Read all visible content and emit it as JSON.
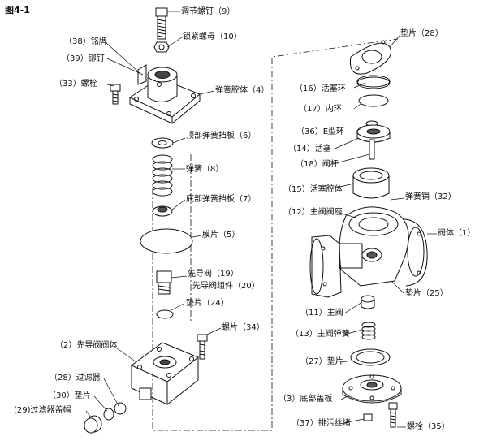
{
  "title": "图4-1",
  "parts": {
    "p9": "调节螺钉（9）",
    "p10": "锁紧螺母（10）",
    "p38": "（38）铭牌",
    "p39": "（39）铆钉",
    "p33": "（33）螺栓",
    "p4": "弹簧腔体（4）",
    "p6": "顶部弹簧挡板（6）",
    "p8": "弹簧（8）",
    "p7": "底部弹簧挡板（7）",
    "p5": "膜片（5）",
    "p19": "先导阀（19）",
    "p20": "先导阀组件（20）",
    "p24": "垫片（24）",
    "p34": "螺片（34）",
    "p2": "（2）先导阀阀体",
    "p28a": "（28）过滤器",
    "p30": "（30）垫片",
    "p29": "(29)过滤器盖帽",
    "p28b": "垫片（28）",
    "p16": "（16）活塞环",
    "p17": "（17）内环",
    "p36": "（36）E型环",
    "p14": "（14）活塞",
    "p18": "（18）阀杆",
    "p15": "（15）活塞腔体",
    "p32": "弹簧销（32）",
    "p12": "（12）主阀阀座",
    "p1": "阀体（1）",
    "p25": "垫片（25）",
    "p11": "（11）主阀",
    "p13": "（13）主阀弹簧",
    "p27": "（27）垫片",
    "p3": "（3）底部盖板",
    "p37": "（37）排污丝堵",
    "p35": "螺栓（35）"
  }
}
